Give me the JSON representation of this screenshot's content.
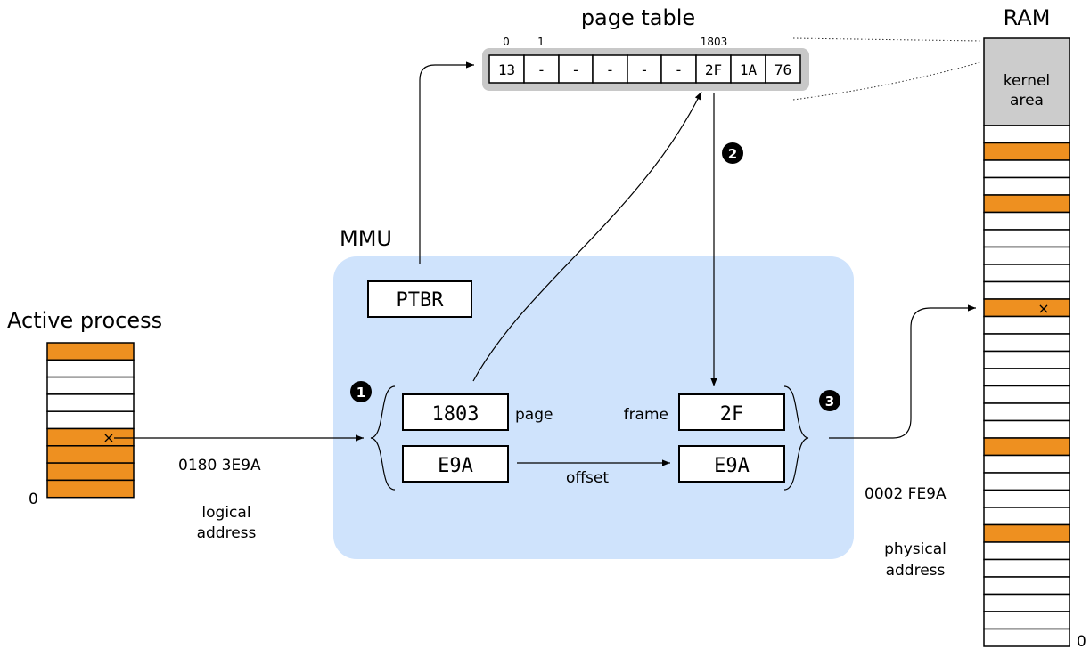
{
  "title_page_table": "page table",
  "title_ram": "RAM",
  "title_mmu": "MMU",
  "title_active_process": "Active process",
  "page_table": {
    "index_labels": [
      "0",
      "1",
      "1803"
    ],
    "entries": [
      "13",
      "-",
      "-",
      "-",
      "-",
      "-",
      "2F",
      "1A",
      "76"
    ]
  },
  "ram": {
    "kernel_label_line1": "kernel",
    "kernel_label_line2": "area",
    "marker": "×",
    "bottom_label": "0"
  },
  "process": {
    "marker": "×",
    "bottom_label": "0"
  },
  "mmu": {
    "ptbr": "PTBR",
    "page_value": "1803",
    "page_label": "page",
    "frame_value": "2F",
    "frame_label": "frame",
    "offset_in": "E9A",
    "offset_out": "E9A",
    "offset_label": "offset"
  },
  "steps": [
    "1",
    "2",
    "3"
  ],
  "logical_address": "0180 3E9A",
  "logical_label_line1": "logical",
  "logical_label_line2": "address",
  "physical_address": "0002 FE9A",
  "physical_label_line1": "physical",
  "physical_label_line2": "address",
  "colors": {
    "mmu_fill": "#cfe3fc",
    "highlight": "#ee9020",
    "kernel": "#cccccc",
    "page_table_frame": "#c8c8c8"
  }
}
